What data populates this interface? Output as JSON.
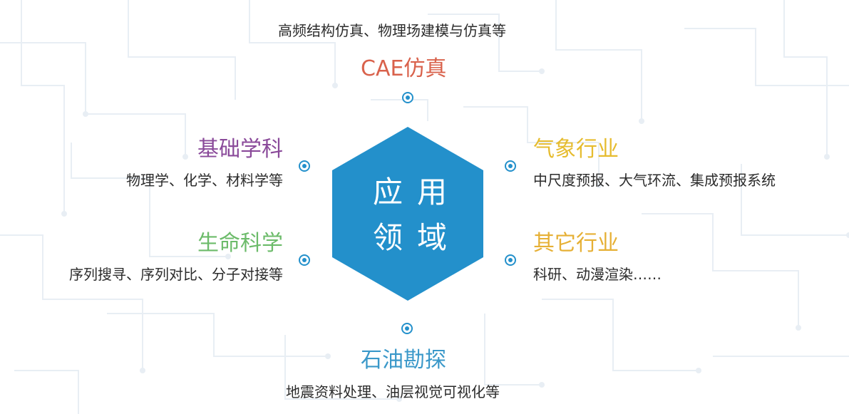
{
  "center": {
    "line1": "应用",
    "line2": "领域"
  },
  "fields": {
    "cae": {
      "title": "CAE仿真",
      "desc": "高频结构仿真、物理场建模与仿真等",
      "color": "#d9624c"
    },
    "basic": {
      "title": "基础学科",
      "desc": "物理学、化学、材料学等",
      "color": "#8a4a9a"
    },
    "weather": {
      "title": "气象行业",
      "desc": "中尺度预报、大气环流、集成预报系统",
      "color": "#e6bc2f"
    },
    "life": {
      "title": "生命科学",
      "desc": "序列搜寻、序列对比、分子对接等",
      "color": "#6cbb6a"
    },
    "other": {
      "title": "其它行业",
      "desc": "科研、动漫渲染……",
      "color": "#e6b035"
    },
    "petroleum": {
      "title": "石油勘探",
      "desc": "地震资料处理、油层视觉可视化等",
      "color": "#3a98c9"
    }
  },
  "colors": {
    "hexagon": "#2390cb",
    "dot": "#2390cb",
    "circuit": "#e8eef4"
  }
}
